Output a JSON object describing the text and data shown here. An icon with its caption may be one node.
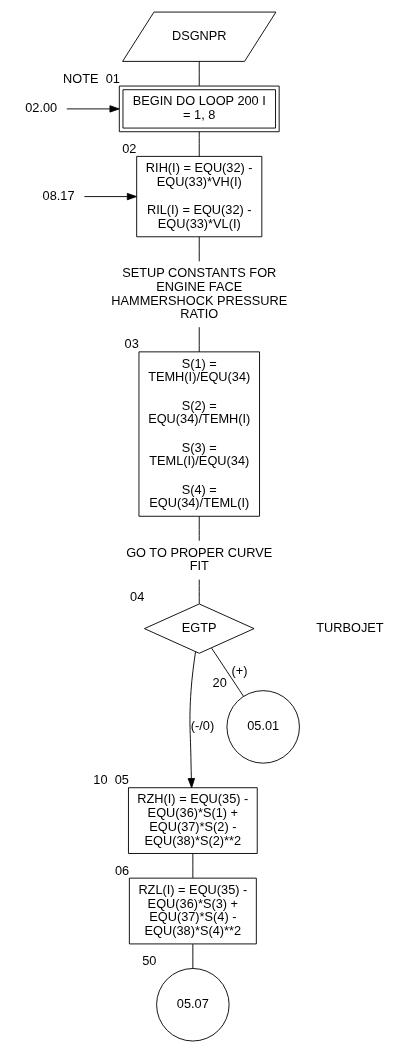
{
  "diagram": {
    "nodes": [
      {
        "text": [
          "DSGNPR"
        ]
      },
      {
        "text": [
          "02.00"
        ]
      },
      {
        "text": [
          "BEGIN DO LOOP 200 I = 1, 8"
        ],
        "beside": [
          "NOTE",
          "01"
        ]
      },
      {
        "text": [
          "08.17"
        ]
      },
      {
        "text": [
          "RIH(I) = EQU(32) - EQU(33)*VH(I)",
          "RIL(I) = EQU(32) - EQU(33)*VL(I)"
        ],
        "beside": [
          "02"
        ]
      },
      {
        "text": [
          "SETUP CONSTANTS FOR ENGINE FACE HAMMERSHOCK PRESSURE RATIO"
        ]
      },
      {
        "text": [
          "S(1) = TEMH(I)/EQU(34)",
          "S(2) = EQU(34)/TEMH(I)",
          "S(3) = TEML(I)/EQU(34)",
          "S(4) = EQU(34)/TEML(I)"
        ],
        "beside": [
          "03"
        ]
      },
      {
        "text": [
          "GO TO PROPER CURVE FIT"
        ]
      },
      {
        "text": [
          "EGTP"
        ],
        "beside": [
          "04"
        ]
      },
      {
        "text": [
          "RZH(I) = EQU(35) - EQU(36)*S(1) + EQU(37)*S(2) - EQU(38)*S(2)**2"
        ],
        "beside": [
          "10",
          "05"
        ]
      },
      {
        "text": [
          "RZL(I) = EQU(35) - EQU(36)*S(3) + EQU(37)*S(4) - EQU(38)*S(4)**2"
        ],
        "beside": [
          "06"
        ]
      },
      {
        "text": [
          "05.01"
        ],
        "beside": [
          "20"
        ]
      },
      {
        "text": [
          "05.07"
        ],
        "beside": [
          "50"
        ]
      }
    ],
    "edges": [
      {
        "from": 0,
        "to": 2,
        "arrow": "none"
      },
      {
        "from": 1,
        "to": 2,
        "arrow": "to"
      },
      {
        "from": 2,
        "to": 4,
        "arrow": "none"
      },
      {
        "from": 3,
        "to": 4,
        "arrow": "to"
      },
      {
        "from": 4,
        "to": 5,
        "arrow": "none"
      },
      {
        "from": 5,
        "to": 6,
        "arrow": "none"
      },
      {
        "from": 6,
        "to": 7,
        "arrow": "none"
      },
      {
        "from": 7,
        "to": 8,
        "arrow": "none"
      },
      {
        "from": 8,
        "to": 9,
        "arrow": "to",
        "label": "(-/0)"
      },
      {
        "from": 8,
        "to": 11,
        "arrow": "none",
        "label": "(+)"
      },
      {
        "from": 9,
        "to": 10,
        "arrow": "none"
      },
      {
        "from": 10,
        "to": 12,
        "arrow": "none"
      }
    ],
    "labels": [
      "TURBOJET"
    ]
  }
}
